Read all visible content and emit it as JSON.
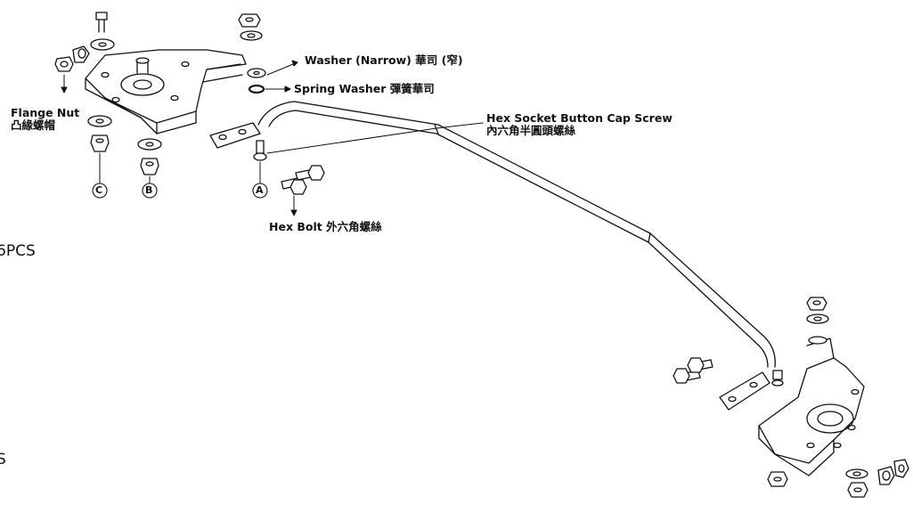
{
  "labels": {
    "washer_narrow": "Washer (Narrow) 華司 (窄)",
    "spring_washer": "Spring Washer 彈簧華司",
    "hex_socket_line1": "Hex Socket Button Cap Screw",
    "hex_socket_line2": "內六角半圓頭螺絲",
    "flange_nut_line1": "Flange Nut",
    "flange_nut_line2": "凸緣螺帽",
    "hex_bolt": "Hex Bolt 外六角螺絲"
  },
  "callouts": {
    "a": "A",
    "b": "B",
    "c": "C"
  },
  "edge_text": {
    "pcs": "6PCS",
    "s": "S"
  }
}
